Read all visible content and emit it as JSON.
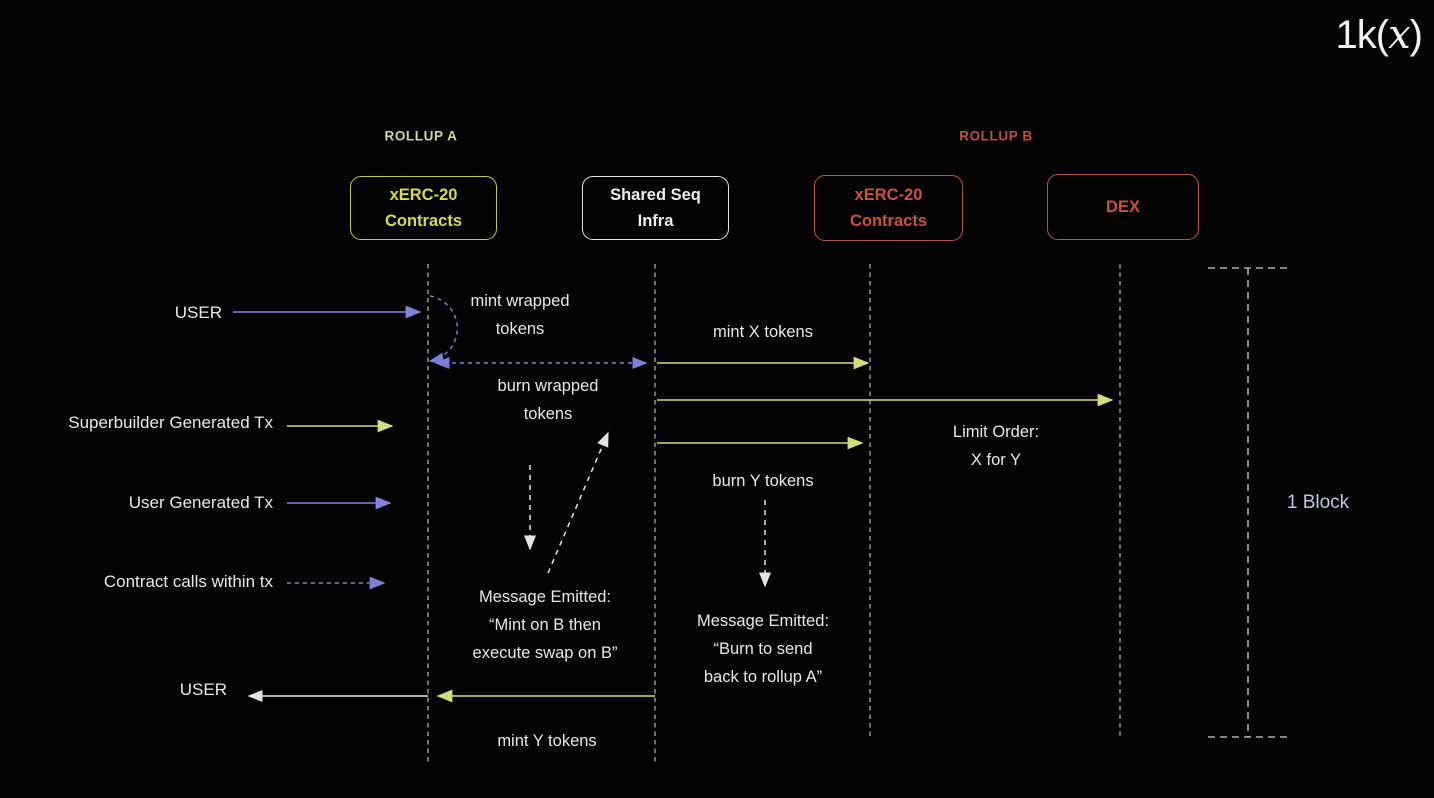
{
  "logo": {
    "prefix": "1k(",
    "x_glyph": "x",
    "suffix": ")"
  },
  "headers": {
    "rollup_a": "ROLLUP A",
    "rollup_b": "ROLLUP B"
  },
  "actors": {
    "xerc20_a": {
      "line1": "xERC-20",
      "line2": "Contracts"
    },
    "shared_seq": {
      "line1": "Shared Seq",
      "line2": "Infra"
    },
    "xerc20_b": {
      "line1": "xERC-20",
      "line2": "Contracts"
    },
    "dex": {
      "line1": "DEX"
    }
  },
  "legend": {
    "user_in": "USER",
    "superbuilder_tx": "Superbuilder Generated Tx",
    "user_tx": "User Generated Tx",
    "contract_calls": "Contract calls within tx",
    "user_out": "USER"
  },
  "messages": {
    "mint_wrapped_l1": "mint wrapped",
    "mint_wrapped_l2": "tokens",
    "mint_x": "mint X tokens",
    "burn_wrapped_l1": "burn wrapped",
    "burn_wrapped_l2": "tokens",
    "limit_order_l1": "Limit Order:",
    "limit_order_l2": "X for Y",
    "burn_y": "burn Y tokens",
    "msg_mint_l1": "Message Emitted:",
    "msg_mint_l2": "“Mint on B then",
    "msg_mint_l3": "execute swap on B”",
    "msg_burn_l1": "Message Emitted:",
    "msg_burn_l2": "“Burn to send",
    "msg_burn_l3": "back to rollup A”",
    "mint_y": "mint Y tokens"
  },
  "annotations": {
    "one_block": "1 Block"
  },
  "colors": {
    "background": "#020202",
    "rollup_a_accent": "#d7da4e",
    "rollup_a_header": "#d6d2a6",
    "rollup_b_accent": "#c6543e",
    "neutral_text": "#e8e8e8",
    "user_arrow_blue": "#8286da",
    "superbuilder_arrow_yellow": "#d6db7d",
    "contract_call_dashed_blue": "#7b7fd6",
    "one_block_text": "#bdc6e2"
  }
}
